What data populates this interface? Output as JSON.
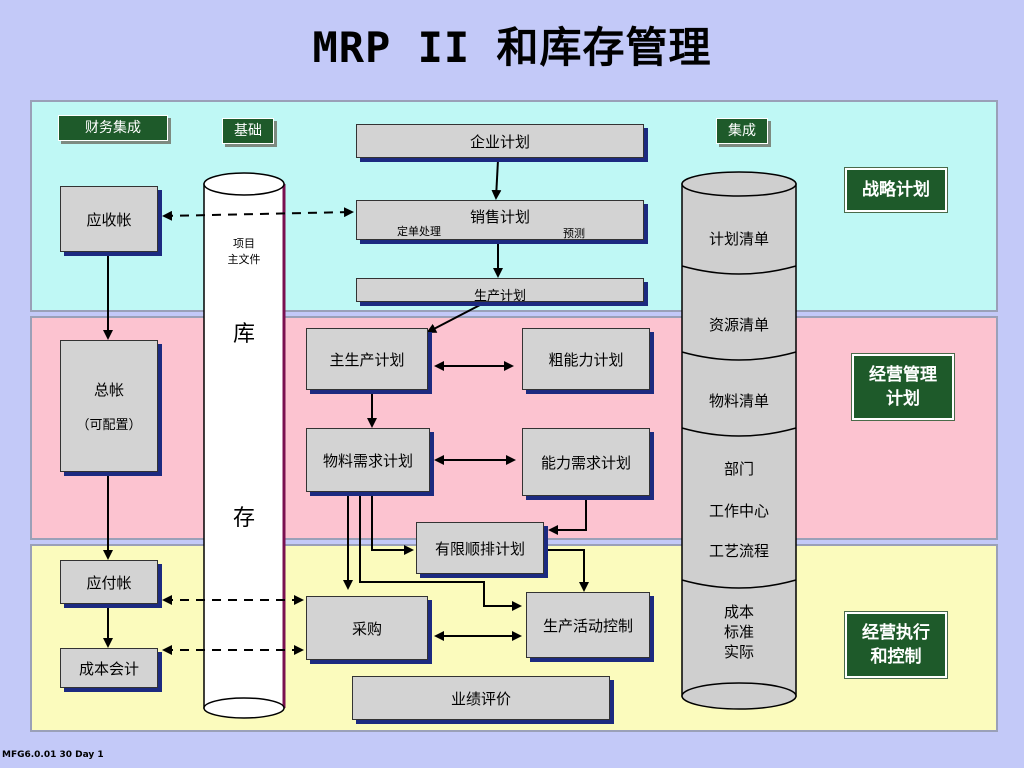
{
  "title": "MRP II 和库存管理",
  "tags": {
    "finance": "财务集成",
    "foundation": "基础",
    "integration": "集成"
  },
  "side_labels": {
    "strategic": "战略计划",
    "operation_plan": "经营管理\n计划",
    "execution": "经营执行\n和控制"
  },
  "finance": {
    "ar": "应收帐",
    "gl": "总帐",
    "gl_note": "（可配置）",
    "ap": "应付帐",
    "cost": "成本会计"
  },
  "inventory": {
    "item_master": "项目\n主文件",
    "char1": "库",
    "char2": "存"
  },
  "flow": {
    "business_plan": "企业计划",
    "sales_plan": "销售计划",
    "order_processing": "定单处理",
    "forecast": "预测",
    "production_plan": "生产计划",
    "mps": "主生产计划",
    "rccp": "粗能力计划",
    "mrp": "物料需求计划",
    "crp": "能力需求计划",
    "finite_scheduling": "有限顺排计划",
    "purchasing": "采购",
    "pac": "生产活动控制",
    "performance": "业绩评价"
  },
  "database": {
    "plan_bill": "计划清单",
    "resource_bill": "资源清单",
    "bom": "物料清单",
    "dept": "部门",
    "work_center": "工作中心",
    "routing": "工艺流程",
    "cost_lines": "成本\n标准\n实际"
  },
  "footer": "MFG6.0.01  30  Day 1"
}
